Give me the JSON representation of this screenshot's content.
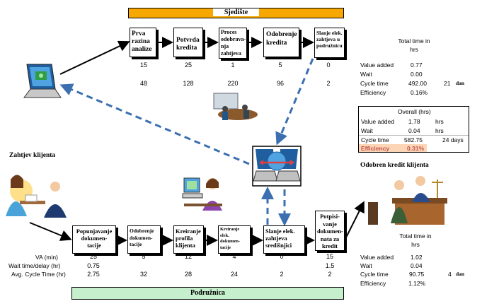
{
  "top_band": {
    "label": "Sjedište"
  },
  "bottom_band": {
    "label": "Podružnica"
  },
  "top_steps": [
    {
      "label": "Prva razina analize",
      "va": "15",
      "wait": "48"
    },
    {
      "label": "Potvrda kredita",
      "va": "25",
      "wait": "128"
    },
    {
      "label": "Proces odobrava- nja zahtjeva",
      "va": "1",
      "wait": "220"
    },
    {
      "label": "Odobrenje kredita",
      "va": "5",
      "wait": "96"
    },
    {
      "label": "Slanje elek. zahtjeva u podružnicu",
      "va": "0",
      "wait": "2"
    }
  ],
  "top_summary": {
    "heading": "Total time in hrs",
    "rows": [
      {
        "label": "Value added",
        "value": "0.77",
        "extra": "",
        "unit": ""
      },
      {
        "label": "Wait",
        "value": "0.00",
        "extra": "",
        "unit": ""
      },
      {
        "label": "Cycle time",
        "value": "492.00",
        "extra": "21",
        "unit": "dan"
      },
      {
        "label": "Efficiency",
        "value": "0.16%",
        "extra": "",
        "unit": ""
      }
    ]
  },
  "overall": {
    "heading": "Overall (hrs)",
    "rows": [
      {
        "label": "Value added",
        "value": "1.78",
        "unit": "hrs"
      },
      {
        "label": "Wait",
        "value": "0.04",
        "unit": "hrs"
      },
      {
        "label": "Cycle time",
        "value": "582.75",
        "unit": "24 days"
      },
      {
        "label": "Efficiency",
        "value": "0.31%",
        "unit": ""
      }
    ],
    "highlight_color": "#fcd5b4",
    "highlight_text_color": "#c0504d"
  },
  "customer_request": {
    "label": "Zahtjev klijenta"
  },
  "approved_label": {
    "label": "Odobren kredit klijenta"
  },
  "bottom_steps": [
    {
      "label": "Popunjavanje dokumen- tacije",
      "va": "25",
      "wait": "0.75",
      "cycle": "2.75"
    },
    {
      "label": "Odobrenje dokumen- tacije",
      "va": "5",
      "wait": "",
      "cycle": "32"
    },
    {
      "label": "Kreiranje profila klijenta",
      "va": "12",
      "wait": "",
      "cycle": "28"
    },
    {
      "label": "Kreiranje elek. dokumen- tacije",
      "va": "4",
      "wait": "",
      "cycle": "24"
    },
    {
      "label": "Slanje elek. zahtjeva središnjici",
      "va": "0",
      "wait": "",
      "cycle": "2"
    },
    {
      "label": "Potpisi- vanje dokumen- nata za kredit",
      "va": "15",
      "wait": "1.5",
      "cycle": "2"
    }
  ],
  "bottom_row_labels": {
    "va": "VA (min)",
    "wait": "Wait time/delay (hr)",
    "cycle": "Avg. Cycle Time (hr)"
  },
  "bottom_summary": {
    "heading": "Total time in hrs",
    "rows": [
      {
        "label": "Value added",
        "value": "1.02",
        "extra": "",
        "unit": ""
      },
      {
        "label": "Wait",
        "value": "0.04",
        "extra": "",
        "unit": ""
      },
      {
        "label": "Cycle time",
        "value": "90.75",
        "extra": "4",
        "unit": "dan"
      },
      {
        "label": "Efficiency",
        "value": "1.12%",
        "extra": "",
        "unit": ""
      }
    ]
  },
  "colors": {
    "top_band": "#f7a800",
    "bottom_band": "#c6efce",
    "dashed_arrow": "#3b6fb0",
    "solid_arrow": "#000000"
  }
}
